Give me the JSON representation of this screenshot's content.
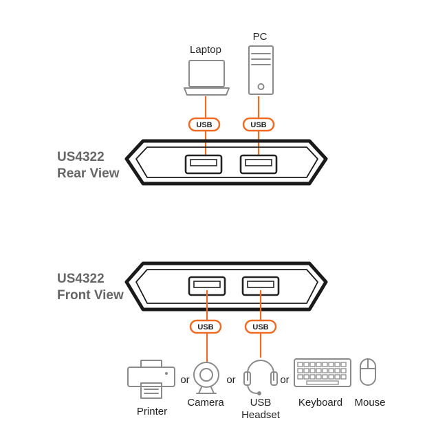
{
  "rear": {
    "title_line1": "US4322",
    "title_line2": "Rear View",
    "top_devices": [
      {
        "label": "Laptop",
        "icon": "laptop-icon"
      },
      {
        "label": "PC",
        "icon": "pc-tower-icon"
      }
    ],
    "cable_badges": [
      "USB",
      "USB"
    ]
  },
  "front": {
    "title_line1": "US4322",
    "title_line2": "Front View",
    "cable_badges": [
      "USB",
      "USB"
    ],
    "peripherals": [
      {
        "label": "Printer",
        "icon": "printer-icon"
      },
      {
        "label": "Camera",
        "icon": "camera-icon"
      },
      {
        "label_line1": "USB",
        "label_line2": "Headset",
        "icon": "headset-icon"
      },
      {
        "label": "Keyboard",
        "icon": "keyboard-icon"
      },
      {
        "label": "Mouse",
        "icon": "mouse-icon"
      }
    ],
    "or_separators": [
      "or",
      "or",
      "or"
    ]
  },
  "colors": {
    "cable": "#ef6a23",
    "device_outline": "#1a1a1a",
    "icon_gray": "#8a8a8a",
    "title_gray": "#666666"
  }
}
